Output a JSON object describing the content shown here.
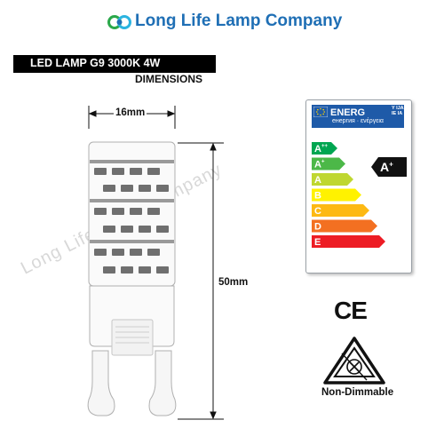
{
  "brand": {
    "name": "Long Life Lamp Company",
    "colors": {
      "blue": "#1f6fb5",
      "green": "#2aa84a",
      "cyan": "#2bb4e0"
    }
  },
  "product": {
    "title": "LED LAMP G9 3000K 4W",
    "subtitle": "DIMENSIONS"
  },
  "dimensions": {
    "width": "16mm",
    "height": "50mm"
  },
  "watermark": "Long Life Lamp Company",
  "energy_label": {
    "header": "ENERG",
    "header_small": [
      "Y IJA",
      "IE IA"
    ],
    "subheader": "енергия · ενέργεια",
    "classes": [
      {
        "label": "A",
        "sup": "++",
        "color": "#00a651"
      },
      {
        "label": "A",
        "sup": "+",
        "color": "#4cb848"
      },
      {
        "label": "A",
        "sup": "",
        "color": "#bfd730"
      },
      {
        "label": "B",
        "sup": "",
        "color": "#fff200"
      },
      {
        "label": "C",
        "sup": "",
        "color": "#fdb913"
      },
      {
        "label": "D",
        "sup": "",
        "color": "#f37021"
      },
      {
        "label": "E",
        "sup": "",
        "color": "#ed1c24"
      }
    ],
    "rating": {
      "label": "A",
      "sup": "+"
    }
  },
  "certification": {
    "ce": "CE"
  },
  "dimmable_notice": "Non-Dimmable",
  "icons": [
    "brand-logo-icon",
    "eu-flag-icon",
    "ce-mark-icon",
    "non-dimmable-icon"
  ]
}
